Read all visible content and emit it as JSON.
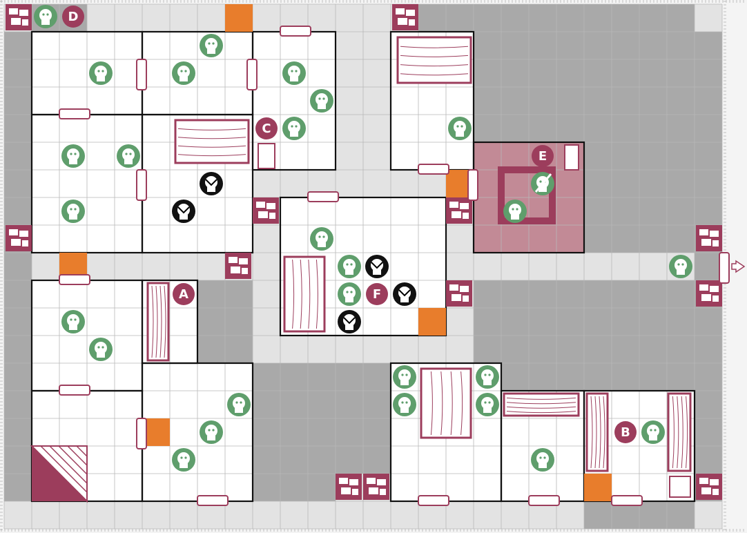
{
  "board": {
    "colors": {
      "corridor": "#e3e3e3",
      "rock": "#a9a9a9",
      "room": "#ffffff",
      "room_highlight": "#c28a96",
      "grid": "#b8b8b8",
      "wall": "#111111",
      "furniture": "#9c3d5c",
      "marker": "#9c3d5c",
      "token_green": "#5f9e6c",
      "token_black": "#111111",
      "orange": "#e87d2c"
    },
    "room_markers": [
      {
        "id": "A",
        "label": "A"
      },
      {
        "id": "B",
        "label": "B"
      },
      {
        "id": "C",
        "label": "C"
      },
      {
        "id": "D",
        "label": "D"
      },
      {
        "id": "E",
        "label": "E"
      },
      {
        "id": "F",
        "label": "F"
      }
    ],
    "tokens": [
      {
        "kind": "goblin"
      },
      {
        "kind": "orc"
      },
      {
        "kind": "fimir"
      },
      {
        "kind": "skeleton"
      },
      {
        "kind": "chaos-warrior"
      },
      {
        "kind": "hero-warrior"
      },
      {
        "kind": "hero-dwarf"
      }
    ],
    "icons": {
      "stairway": "stairway-icon",
      "exit_arrow": "exit-arrow-icon",
      "door": "door-icon",
      "trap": "pit-trap-icon",
      "rubble": "rubble-icon"
    }
  }
}
